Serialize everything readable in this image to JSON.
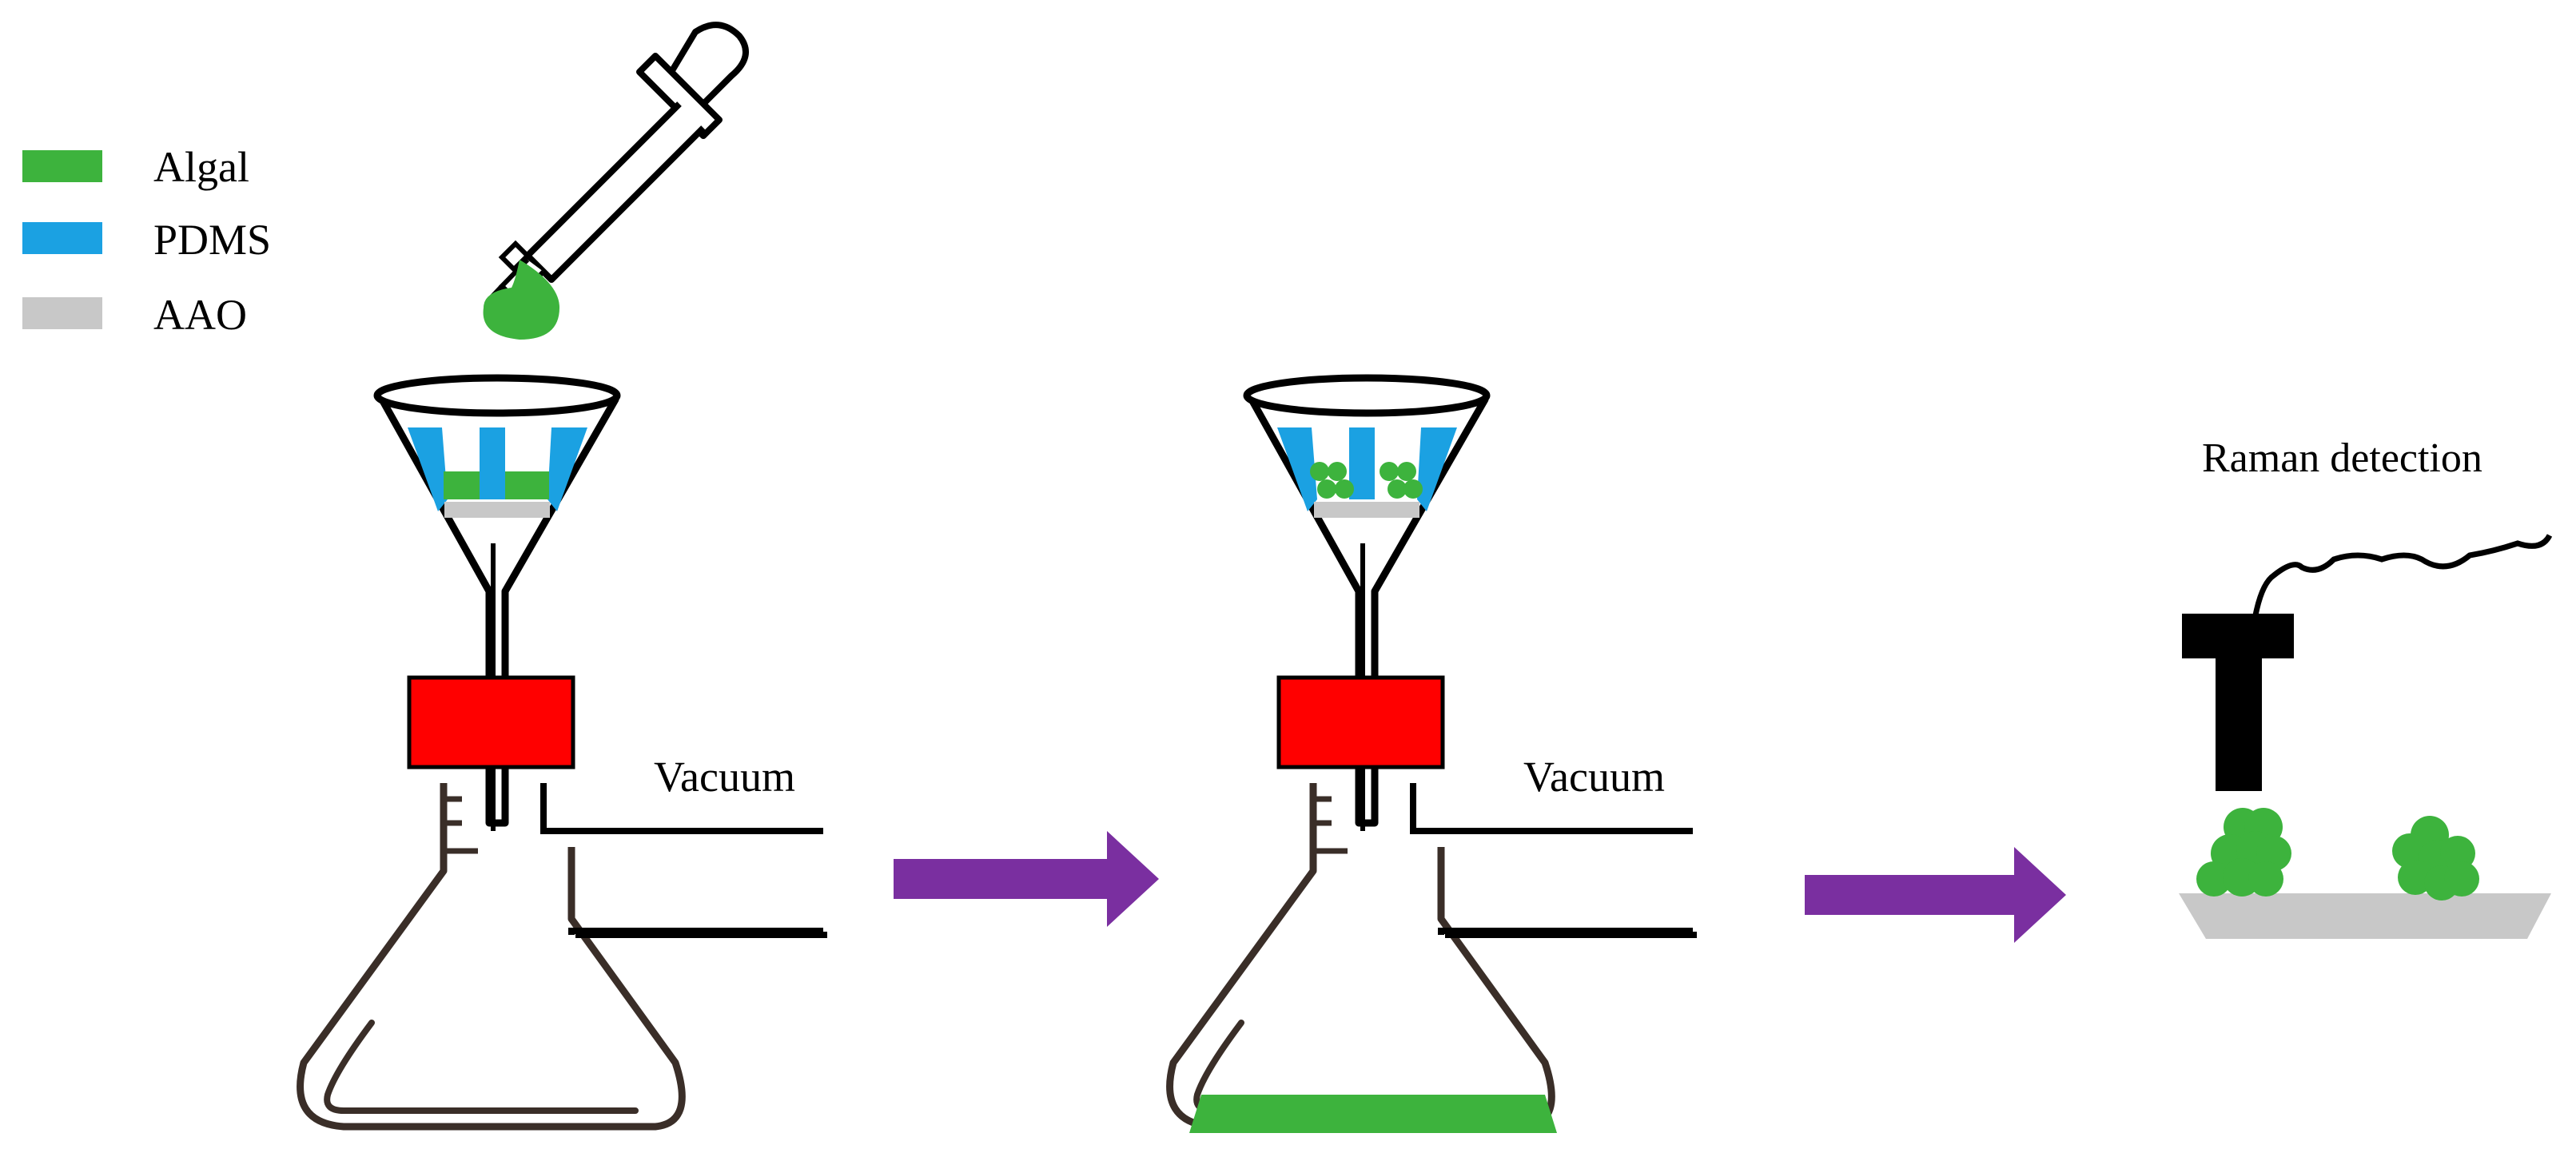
{
  "legend": {
    "items": [
      {
        "label": "Algal",
        "color": "#3db33d"
      },
      {
        "label": "PDMS",
        "color": "#1ba1e2"
      },
      {
        "label": "AAO",
        "color": "#c8c8c8"
      }
    ]
  },
  "step1": {
    "vacuum_label": "Vacuum"
  },
  "step2": {
    "vacuum_label": "Vacuum"
  },
  "step3": {
    "raman_label": "Raman detection"
  },
  "colors": {
    "algal": "#3db33d",
    "pdms": "#1ba1e2",
    "aao": "#c8c8c8",
    "stopper": "#ff0000",
    "arrow": "#7a2fa0",
    "flask": "#3a2e28",
    "outline": "#000000"
  },
  "icons": {
    "dropper": "dropper-icon",
    "droplet": "droplet-icon",
    "funnel": "funnel-icon",
    "flask": "flask-icon",
    "stopper": "rubber-stopper-icon",
    "arrow": "arrow-right-icon",
    "probe": "raman-probe-icon",
    "cable": "cable-icon"
  }
}
